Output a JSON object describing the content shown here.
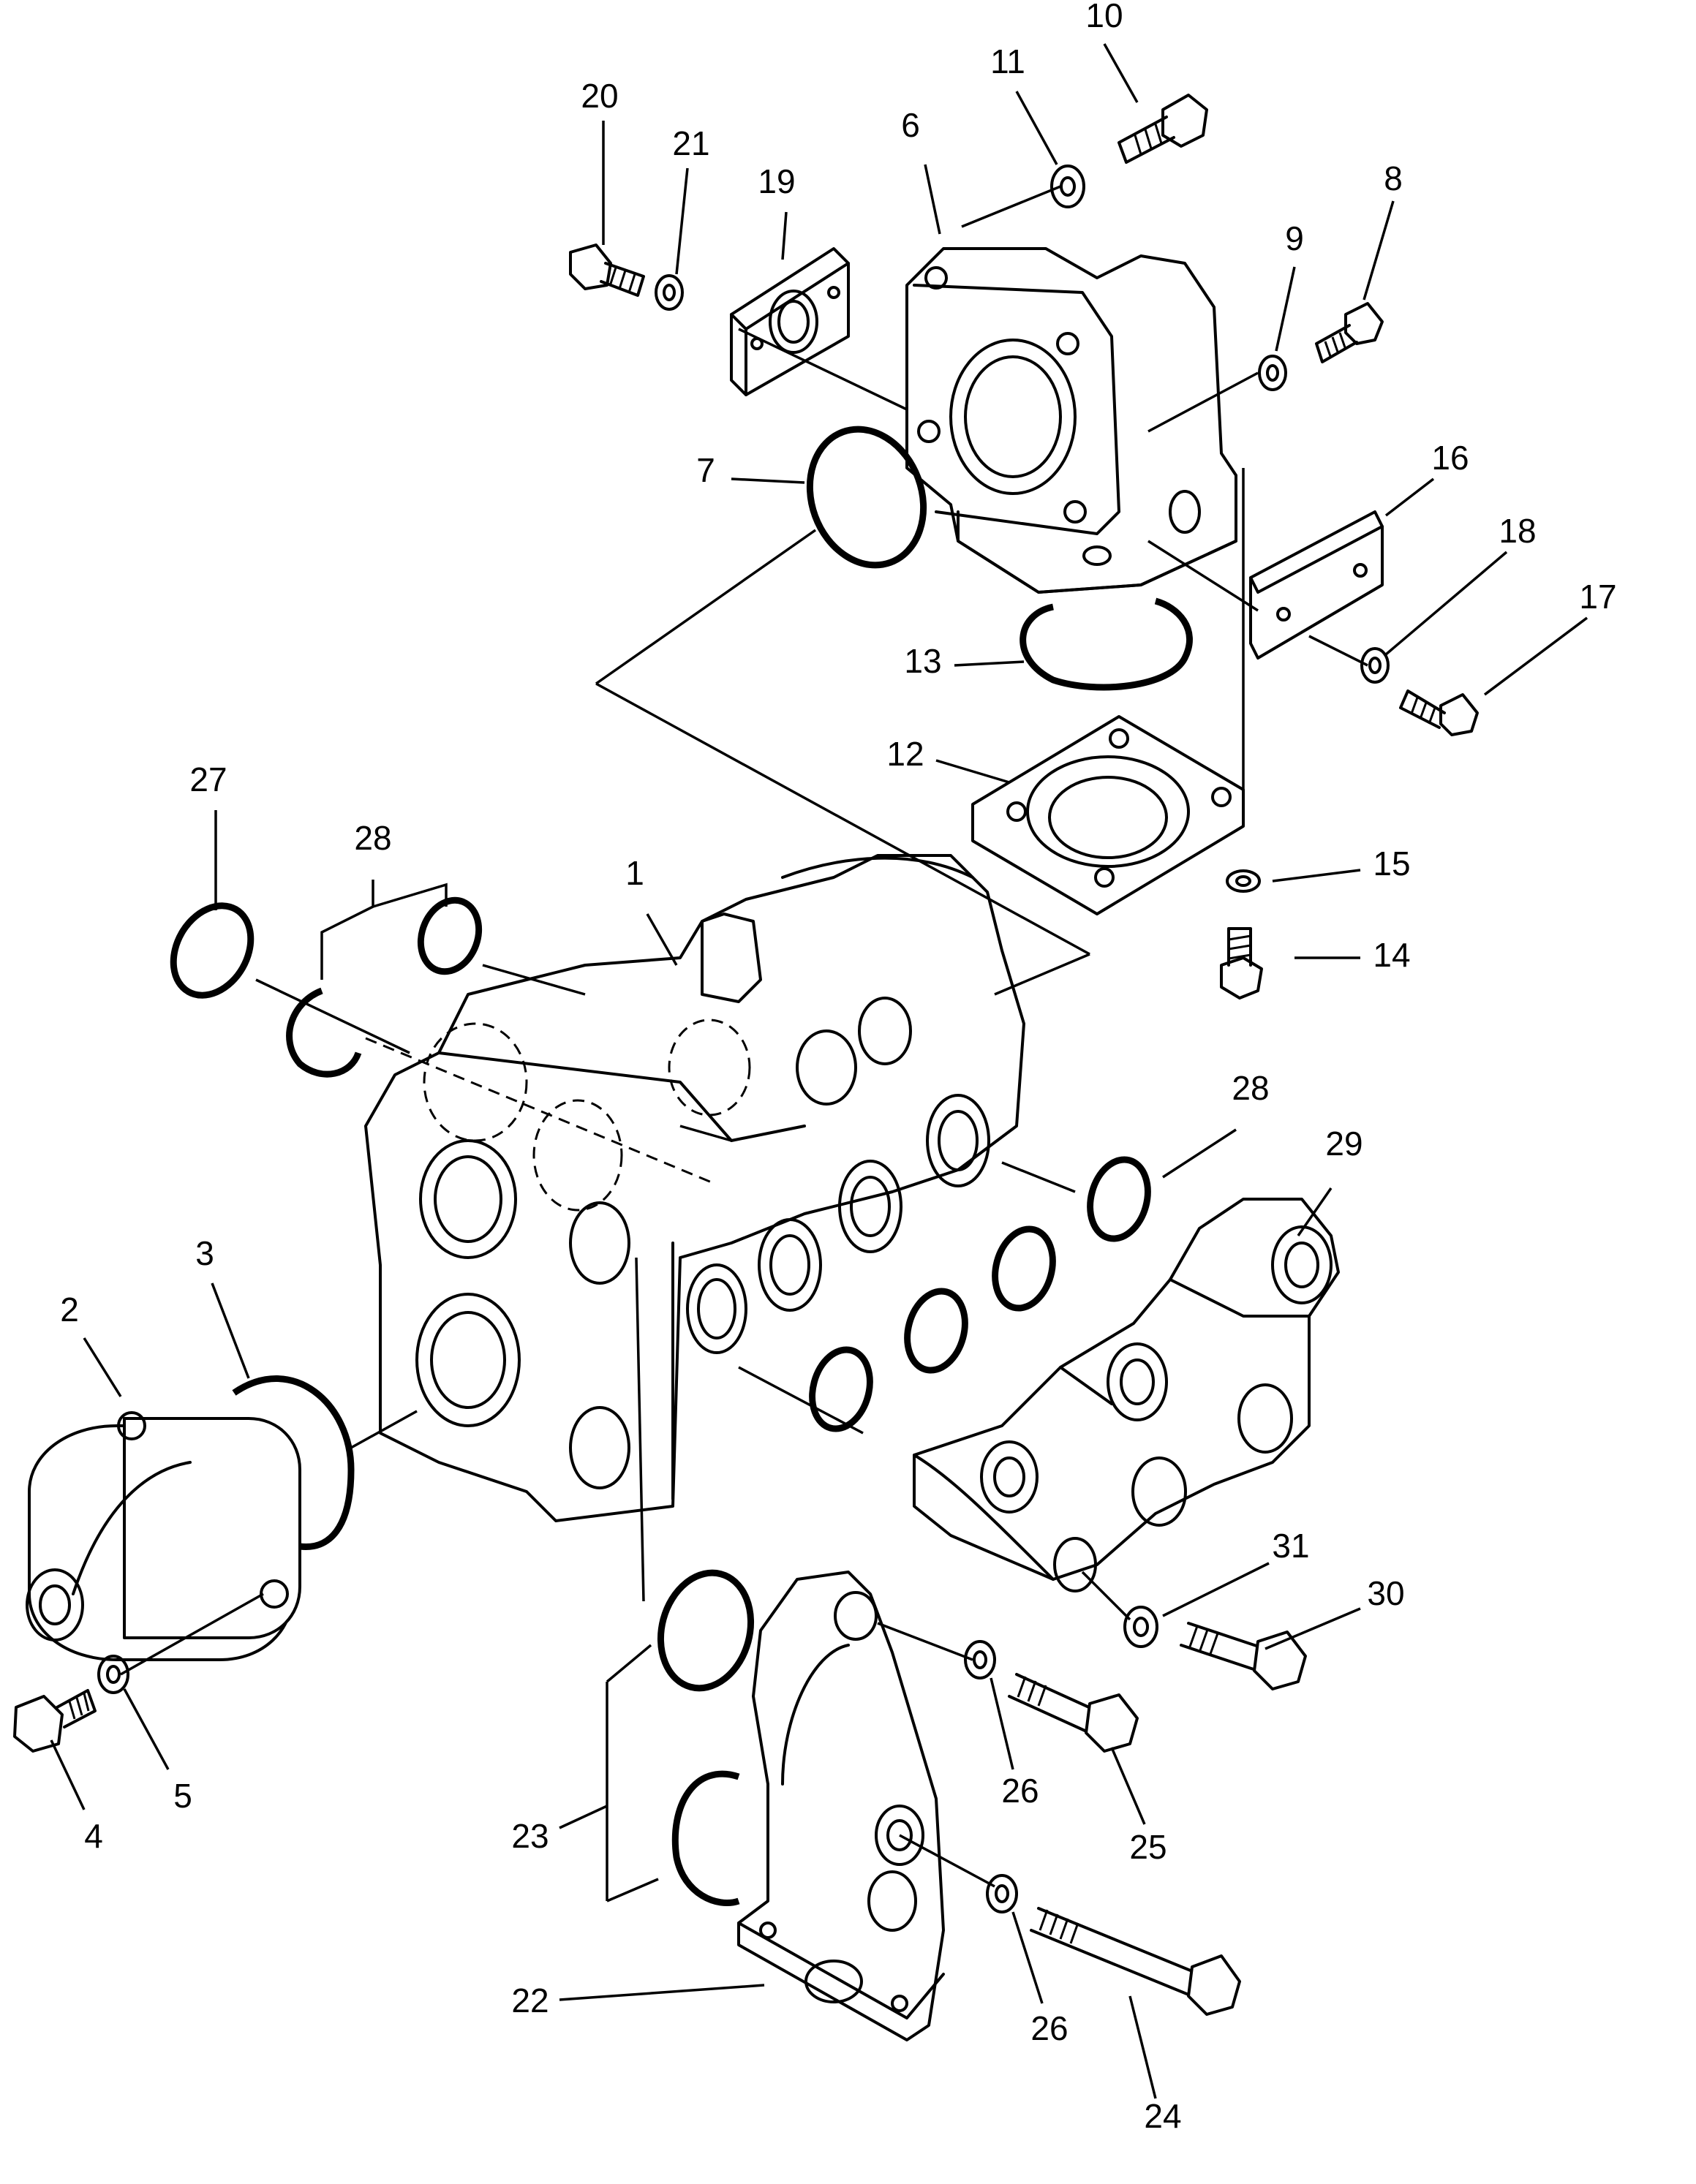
{
  "diagram": {
    "callouts": [
      {
        "id": "c1",
        "label": "1"
      },
      {
        "id": "c2",
        "label": "2"
      },
      {
        "id": "c3",
        "label": "3"
      },
      {
        "id": "c4",
        "label": "4"
      },
      {
        "id": "c5",
        "label": "5"
      },
      {
        "id": "c6",
        "label": "6"
      },
      {
        "id": "c7",
        "label": "7"
      },
      {
        "id": "c8",
        "label": "8"
      },
      {
        "id": "c9",
        "label": "9"
      },
      {
        "id": "c10",
        "label": "10"
      },
      {
        "id": "c11",
        "label": "11"
      },
      {
        "id": "c12",
        "label": "12"
      },
      {
        "id": "c13",
        "label": "13"
      },
      {
        "id": "c14",
        "label": "14"
      },
      {
        "id": "c15",
        "label": "15"
      },
      {
        "id": "c16",
        "label": "16"
      },
      {
        "id": "c17",
        "label": "17"
      },
      {
        "id": "c18",
        "label": "18"
      },
      {
        "id": "c19",
        "label": "19"
      },
      {
        "id": "c20",
        "label": "20"
      },
      {
        "id": "c21",
        "label": "21"
      },
      {
        "id": "c22",
        "label": "22"
      },
      {
        "id": "c23",
        "label": "23"
      },
      {
        "id": "c24",
        "label": "24"
      },
      {
        "id": "c25",
        "label": "25"
      },
      {
        "id": "c26a",
        "label": "26"
      },
      {
        "id": "c26b",
        "label": "26"
      },
      {
        "id": "c27",
        "label": "27"
      },
      {
        "id": "c28a",
        "label": "28"
      },
      {
        "id": "c28b",
        "label": "28"
      },
      {
        "id": "c29",
        "label": "29"
      },
      {
        "id": "c30",
        "label": "30"
      },
      {
        "id": "c31",
        "label": "31"
      }
    ]
  }
}
